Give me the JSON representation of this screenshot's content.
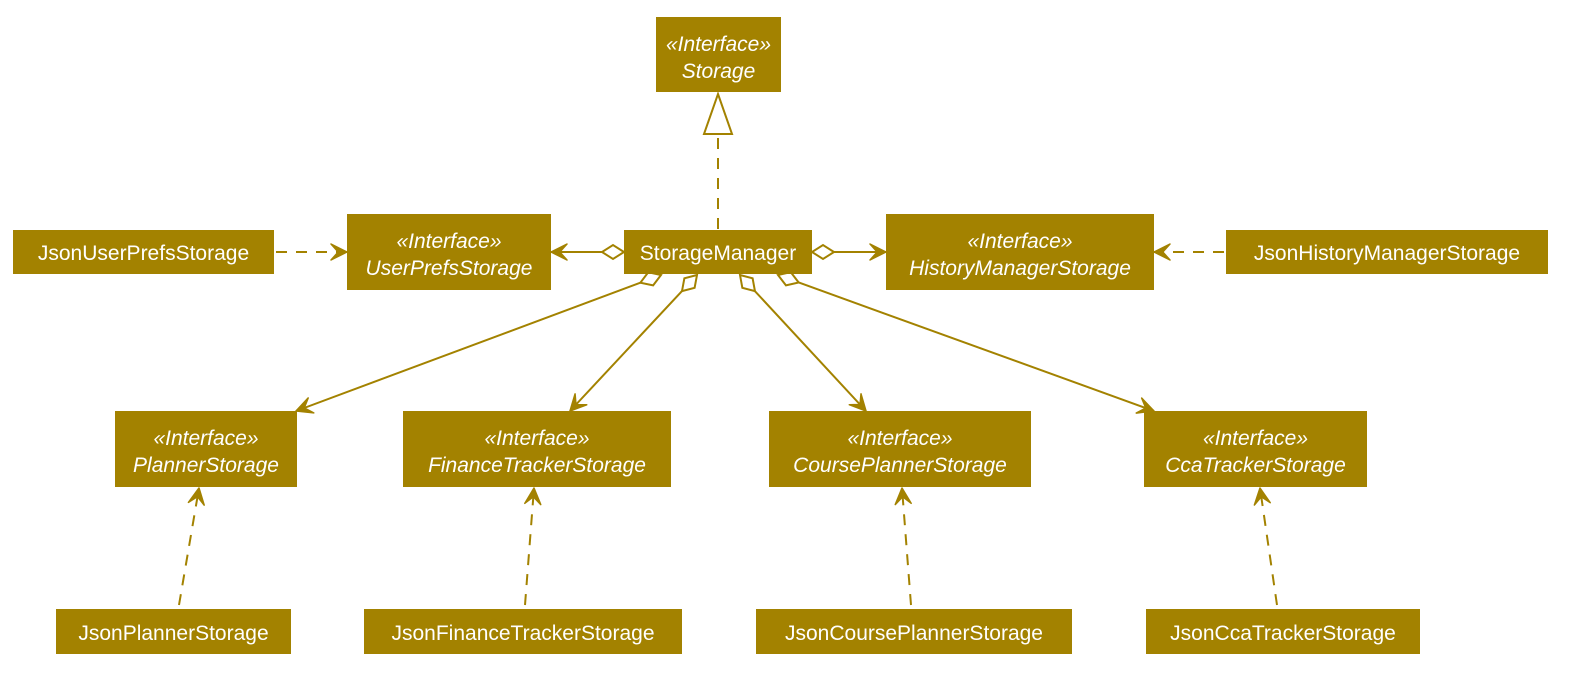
{
  "colors": {
    "node_fill": "#a38200",
    "node_text": "#ffffff",
    "edge": "#a38200",
    "background": "#ffffff"
  },
  "nodes": {
    "storage": {
      "stereotype": "«Interface»",
      "name": "Storage",
      "kind": "interface"
    },
    "storage_manager": {
      "name": "StorageManager",
      "kind": "class"
    },
    "user_prefs_storage": {
      "stereotype": "«Interface»",
      "name": "UserPrefsStorage",
      "kind": "interface"
    },
    "json_user_prefs_storage": {
      "name": "JsonUserPrefsStorage",
      "kind": "class"
    },
    "history_manager_storage": {
      "stereotype": "«Interface»",
      "name": "HistoryManagerStorage",
      "kind": "interface"
    },
    "json_history_manager_storage": {
      "name": "JsonHistoryManagerStorage",
      "kind": "class"
    },
    "planner_storage": {
      "stereotype": "«Interface»",
      "name": "PlannerStorage",
      "kind": "interface"
    },
    "finance_tracker_storage": {
      "stereotype": "«Interface»",
      "name": "FinanceTrackerStorage",
      "kind": "interface"
    },
    "course_planner_storage": {
      "stereotype": "«Interface»",
      "name": "CoursePlannerStorage",
      "kind": "interface"
    },
    "cca_tracker_storage": {
      "stereotype": "«Interface»",
      "name": "CcaTrackerStorage",
      "kind": "interface"
    },
    "json_planner_storage": {
      "name": "JsonPlannerStorage",
      "kind": "class"
    },
    "json_finance_tracker_storage": {
      "name": "JsonFinanceTrackerStorage",
      "kind": "class"
    },
    "json_course_planner_storage": {
      "name": "JsonCoursePlannerStorage",
      "kind": "class"
    },
    "json_cca_tracker_storage": {
      "name": "JsonCcaTrackerStorage",
      "kind": "class"
    }
  },
  "edges": [
    {
      "from": "storage_manager",
      "to": "storage",
      "type": "realization"
    },
    {
      "from": "storage_manager",
      "to": "user_prefs_storage",
      "type": "aggregation"
    },
    {
      "from": "storage_manager",
      "to": "history_manager_storage",
      "type": "aggregation"
    },
    {
      "from": "storage_manager",
      "to": "planner_storage",
      "type": "aggregation"
    },
    {
      "from": "storage_manager",
      "to": "finance_tracker_storage",
      "type": "aggregation"
    },
    {
      "from": "storage_manager",
      "to": "course_planner_storage",
      "type": "aggregation"
    },
    {
      "from": "storage_manager",
      "to": "cca_tracker_storage",
      "type": "aggregation"
    },
    {
      "from": "json_user_prefs_storage",
      "to": "user_prefs_storage",
      "type": "dependency"
    },
    {
      "from": "json_history_manager_storage",
      "to": "history_manager_storage",
      "type": "dependency"
    },
    {
      "from": "json_planner_storage",
      "to": "planner_storage",
      "type": "dependency"
    },
    {
      "from": "json_finance_tracker_storage",
      "to": "finance_tracker_storage",
      "type": "dependency"
    },
    {
      "from": "json_course_planner_storage",
      "to": "course_planner_storage",
      "type": "dependency"
    },
    {
      "from": "json_cca_tracker_storage",
      "to": "cca_tracker_storage",
      "type": "dependency"
    }
  ]
}
